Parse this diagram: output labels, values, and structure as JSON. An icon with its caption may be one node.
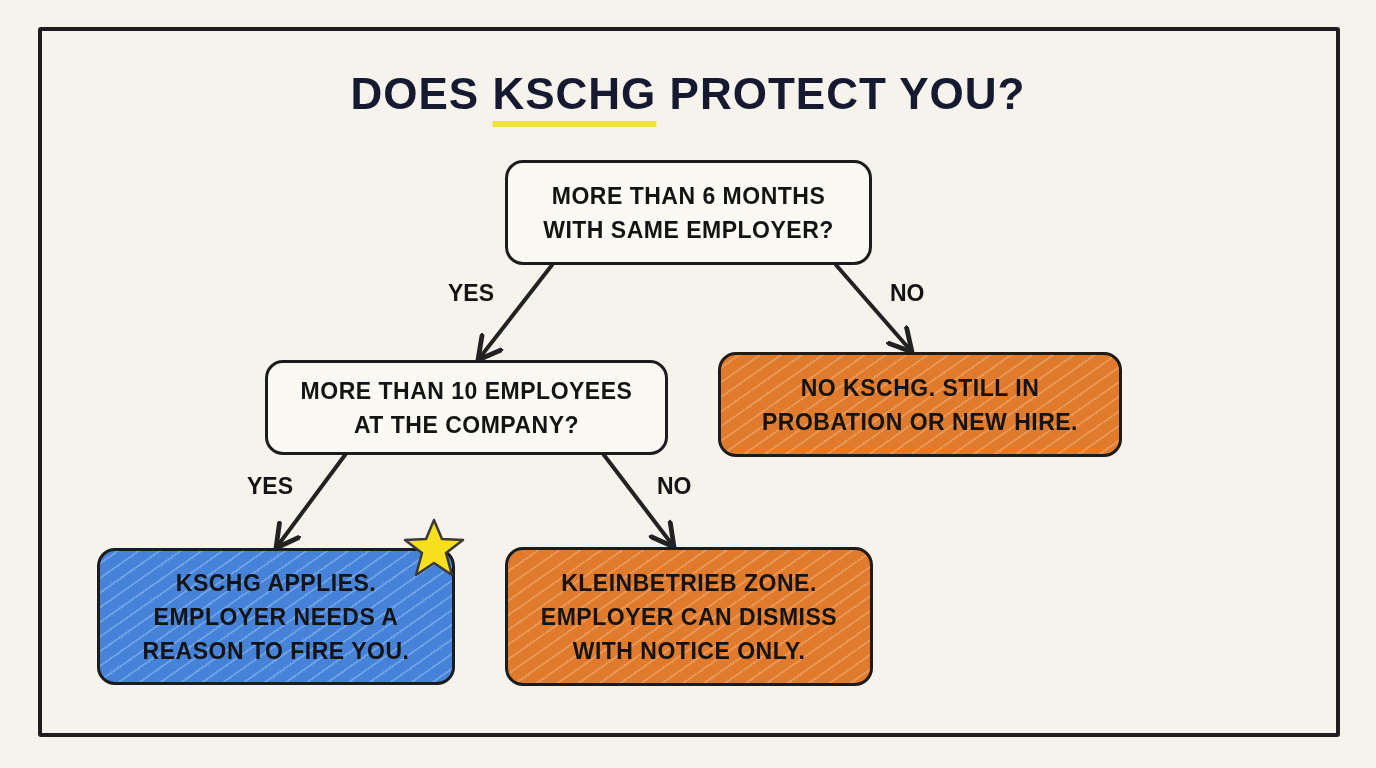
{
  "diagram": {
    "title": "DOES KSCHG PROTECT YOU?",
    "nodes": [
      {
        "text": [
          "MORE THAN 6 MONTHS WITH SAME EMPLOYER?"
        ]
      },
      {
        "text": [
          "MORE THAN 10 EMPLOYEES AT THE COMPANY?"
        ]
      },
      {
        "text": [
          "NO KSCHG. STILL IN PROBATION OR NEW HIRE."
        ]
      },
      {
        "text": [
          "KSCHG APPLIES. EMPLOYER NEEDS A REASON TO FIRE YOU."
        ]
      },
      {
        "text": [
          "KLEINBETRIEB ZONE. EMPLOYER CAN DISMISS WITH NOTICE ONLY."
        ]
      }
    ],
    "edges": [
      {
        "from": 0,
        "to": 1,
        "arrow": "to",
        "label": "YES"
      },
      {
        "from": 0,
        "to": 2,
        "arrow": "to",
        "label": "NO"
      },
      {
        "from": 1,
        "to": 3,
        "arrow": "to",
        "label": "YES"
      },
      {
        "from": 1,
        "to": 4,
        "arrow": "to",
        "label": "NO"
      }
    ]
  }
}
